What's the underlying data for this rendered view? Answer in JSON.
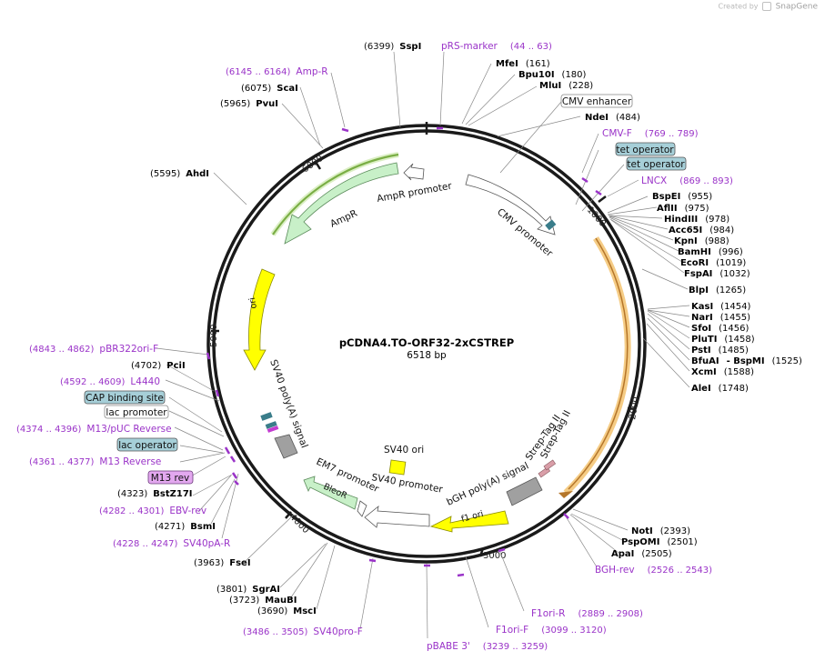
{
  "credit": {
    "prefix": "Created by",
    "brand": "SnapGene"
  },
  "plasmid": {
    "name": "pCDNA4.TO-ORF32-2xCSTREP",
    "size": "6518 bp",
    "length": 6518
  },
  "ticks": [
    "1000",
    "2000",
    "3000",
    "4000",
    "5000",
    "6000"
  ],
  "enzymes": [
    {
      "name": "SspI",
      "pos": "(6399)"
    },
    {
      "name": "MfeI",
      "pos": "(161)"
    },
    {
      "name": "Bpu10I",
      "pos": "(180)"
    },
    {
      "name": "MluI",
      "pos": "(228)"
    },
    {
      "name": "NdeI",
      "pos": "(484)"
    },
    {
      "name": "BspEI",
      "pos": "(955)"
    },
    {
      "name": "AflII",
      "pos": "(975)"
    },
    {
      "name": "HindIII",
      "pos": "(978)"
    },
    {
      "name": "Acc65I",
      "pos": "(984)"
    },
    {
      "name": "KpnI",
      "pos": "(988)"
    },
    {
      "name": "BamHI",
      "pos": "(996)"
    },
    {
      "name": "EcoRI",
      "pos": "(1019)"
    },
    {
      "name": "FspAI",
      "pos": "(1032)"
    },
    {
      "name": "BlpI",
      "pos": "(1265)"
    },
    {
      "name": "KasI",
      "pos": "(1454)"
    },
    {
      "name": "NarI",
      "pos": "(1455)"
    },
    {
      "name": "SfoI",
      "pos": "(1456)"
    },
    {
      "name": "PluTI",
      "pos": "(1458)"
    },
    {
      "name": "PstI",
      "pos": "(1485)"
    },
    {
      "name": "BfuAI",
      "pos": "(1525)",
      "extra": "- BspMI"
    },
    {
      "name": "XcmI",
      "pos": "(1588)"
    },
    {
      "name": "AleI",
      "pos": "(1748)"
    },
    {
      "name": "NotI",
      "pos": "(2393)"
    },
    {
      "name": "PspOMI",
      "pos": "(2501)"
    },
    {
      "name": "ApaI",
      "pos": "(2505)"
    },
    {
      "name": "ScaI",
      "pos": "(6075)"
    },
    {
      "name": "PvuI",
      "pos": "(5965)"
    },
    {
      "name": "AhdI",
      "pos": "(5595)"
    },
    {
      "name": "PciI",
      "pos": "(4702)"
    },
    {
      "name": "BstZ17I",
      "pos": "(4323)"
    },
    {
      "name": "BsmI",
      "pos": "(4271)"
    },
    {
      "name": "FseI",
      "pos": "(3963)"
    },
    {
      "name": "SgrAI",
      "pos": "(3801)"
    },
    {
      "name": "MauBI",
      "pos": "(3723)"
    },
    {
      "name": "MscI",
      "pos": "(3690)"
    }
  ],
  "primers": [
    {
      "name": "pRS-marker",
      "range": "(44 .. 63)"
    },
    {
      "name": "Amp-R",
      "range": "(6145 .. 6164)"
    },
    {
      "name": "CMV-F",
      "range": "(769 .. 789)"
    },
    {
      "name": "LNCX",
      "range": "(869 .. 893)"
    },
    {
      "name": "pBR322ori-F",
      "range": "(4843 .. 4862)"
    },
    {
      "name": "L4440",
      "range": "(4592 .. 4609)"
    },
    {
      "name": "M13/pUC Reverse",
      "range": "(4374 .. 4396)"
    },
    {
      "name": "M13 Reverse",
      "range": "(4361 .. 4377)"
    },
    {
      "name": "EBV-rev",
      "range": "(4282 .. 4301)"
    },
    {
      "name": "SV40pA-R",
      "range": "(4228 .. 4247)"
    },
    {
      "name": "SV40pro-F",
      "range": "(3486 .. 3505)"
    },
    {
      "name": "pBABE 3'",
      "range": "(3239 .. 3259)"
    },
    {
      "name": "F1ori-F",
      "range": "(3099 .. 3120)"
    },
    {
      "name": "F1ori-R",
      "range": "(2889 .. 2908)"
    },
    {
      "name": "BGH-rev",
      "range": "(2526 .. 2543)"
    }
  ],
  "boxed_features": [
    {
      "name": "CMV enhancer"
    },
    {
      "name": "tet operator"
    },
    {
      "name": "tet operator"
    },
    {
      "name": "CAP binding site"
    },
    {
      "name": "lac promoter"
    },
    {
      "name": "lac operator"
    },
    {
      "name": "M13 rev"
    }
  ],
  "features": [
    {
      "name": "AmpR promoter"
    },
    {
      "name": "AmpR"
    },
    {
      "name": "CMV promoter"
    },
    {
      "name": "ori"
    },
    {
      "name": "SV40 poly(A) signal"
    },
    {
      "name": "SV40 ori"
    },
    {
      "name": "SV40 promoter"
    },
    {
      "name": "EM7 promoter"
    },
    {
      "name": "BleoR"
    },
    {
      "name": "Strep-Tag II"
    },
    {
      "name": "Strep-Tag II"
    },
    {
      "name": "bGH poly(A) signal"
    },
    {
      "name": "f1 ori"
    }
  ],
  "colors": {
    "enzyme_text": "#000000",
    "primer": "#9a33c8",
    "promoter_fill": "#ffffff",
    "cds_fill": "#c8f0c8",
    "ori_fill": "#ffff00",
    "operator_fill": "#a6cfd8",
    "polyA_fill": "#a0a0a0",
    "backbone": "#1a1a1a"
  }
}
